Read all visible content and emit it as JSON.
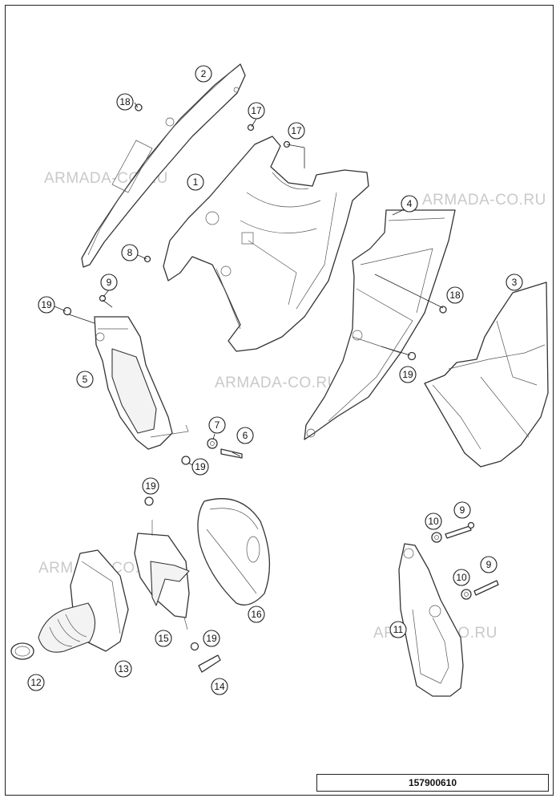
{
  "watermark": "ARMADA-CO.RU",
  "drawing_number": "157900610",
  "callouts": [
    {
      "id": "c2",
      "label": "2"
    },
    {
      "id": "c18a",
      "label": "18"
    },
    {
      "id": "c17a",
      "label": "17"
    },
    {
      "id": "c17b",
      "label": "17"
    },
    {
      "id": "c1",
      "label": "1"
    },
    {
      "id": "c4",
      "label": "4"
    },
    {
      "id": "c8",
      "label": "8"
    },
    {
      "id": "c9a",
      "label": "9"
    },
    {
      "id": "c18b",
      "label": "18"
    },
    {
      "id": "c3",
      "label": "3"
    },
    {
      "id": "c19a",
      "label": "19"
    },
    {
      "id": "c19b",
      "label": "19"
    },
    {
      "id": "c5",
      "label": "5"
    },
    {
      "id": "c7",
      "label": "7"
    },
    {
      "id": "c6",
      "label": "6"
    },
    {
      "id": "c19c",
      "label": "19"
    },
    {
      "id": "c19d",
      "label": "19"
    },
    {
      "id": "c10a",
      "label": "10"
    },
    {
      "id": "c9b",
      "label": "9"
    },
    {
      "id": "c9c",
      "label": "9"
    },
    {
      "id": "c10b",
      "label": "10"
    },
    {
      "id": "c16",
      "label": "16"
    },
    {
      "id": "c11",
      "label": "11"
    },
    {
      "id": "c15",
      "label": "15"
    },
    {
      "id": "c19e",
      "label": "19"
    },
    {
      "id": "c13",
      "label": "13"
    },
    {
      "id": "c12",
      "label": "12"
    },
    {
      "id": "c14",
      "label": "14"
    }
  ],
  "colors": {
    "line": "#333333",
    "watermark": "#c9c9c9",
    "background": "#ffffff"
  }
}
